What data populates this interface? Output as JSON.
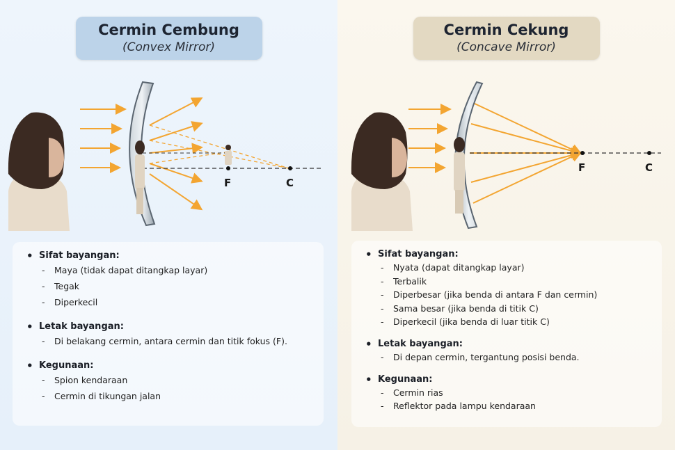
{
  "convex": {
    "title": "Cermin Cembung",
    "subtitle": "(Convex Mirror)",
    "label_f": "F",
    "label_c": "C",
    "sections": [
      {
        "heading": "Sifat bayangan:",
        "items": [
          "Maya (tidak dapat ditangkap layar)",
          "Tegak",
          "Diperkecil"
        ]
      },
      {
        "heading": "Letak bayangan:",
        "items": [
          "Di belakang cermin, antara cermin dan titik fokus (F)."
        ]
      },
      {
        "heading": "Kegunaan:",
        "items": [
          "Spion kendaraan",
          "Cermin di tikungan jalan"
        ]
      }
    ]
  },
  "concave": {
    "title": "Cermin Cekung",
    "subtitle": "(Concave Mirror)",
    "label_f": "F",
    "label_c": "C",
    "sections": [
      {
        "heading": "Sifat bayangan:",
        "items": [
          "Nyata (dapat ditangkap layar)",
          "Terbalik",
          "Diperbesar (jika benda di antara F dan cermin)",
          "Sama besar (jika benda di titik C)",
          "Diperkecil (jika benda di luar titik C)"
        ]
      },
      {
        "heading": "Letak bayangan:",
        "items": [
          "Di depan cermin, tergantung posisi benda."
        ]
      },
      {
        "heading": "Kegunaan:",
        "items": [
          "Cermin rias",
          "Reflektor pada lampu kendaraan"
        ]
      }
    ]
  },
  "colors": {
    "ray": "#f3a531",
    "axis": "#333333",
    "mirror_edge": "#5a6570"
  }
}
